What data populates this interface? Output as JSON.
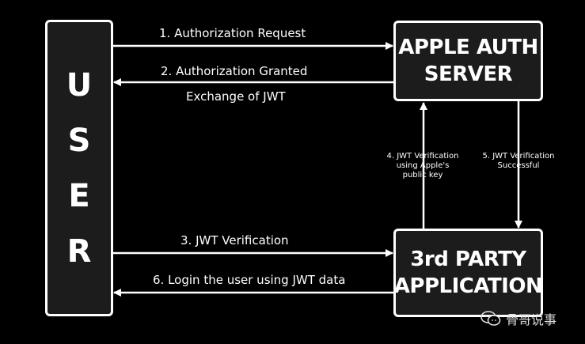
{
  "user_box": {
    "letters": [
      "U",
      "S",
      "E",
      "R"
    ]
  },
  "apple_server": {
    "line1": "APPLE AUTH",
    "line2": "SERVER"
  },
  "third_party_app": {
    "line1": "3rd PARTY",
    "line2": "APPLICATION"
  },
  "arrows": {
    "a1": "1. Authorization Request",
    "a2": "2. Authorization Granted",
    "a2_sub": "Exchange of JWT",
    "a3": "3. JWT Verification",
    "a4": [
      "4. JWT Verification",
      "using Apple's",
      "public key"
    ],
    "a5": [
      "5. JWT Verification",
      "Successful"
    ],
    "a6": "6. Login the user using JWT data"
  },
  "watermark": {
    "text": "骨哥说事",
    "icon": "wechat-bubble-icon"
  }
}
